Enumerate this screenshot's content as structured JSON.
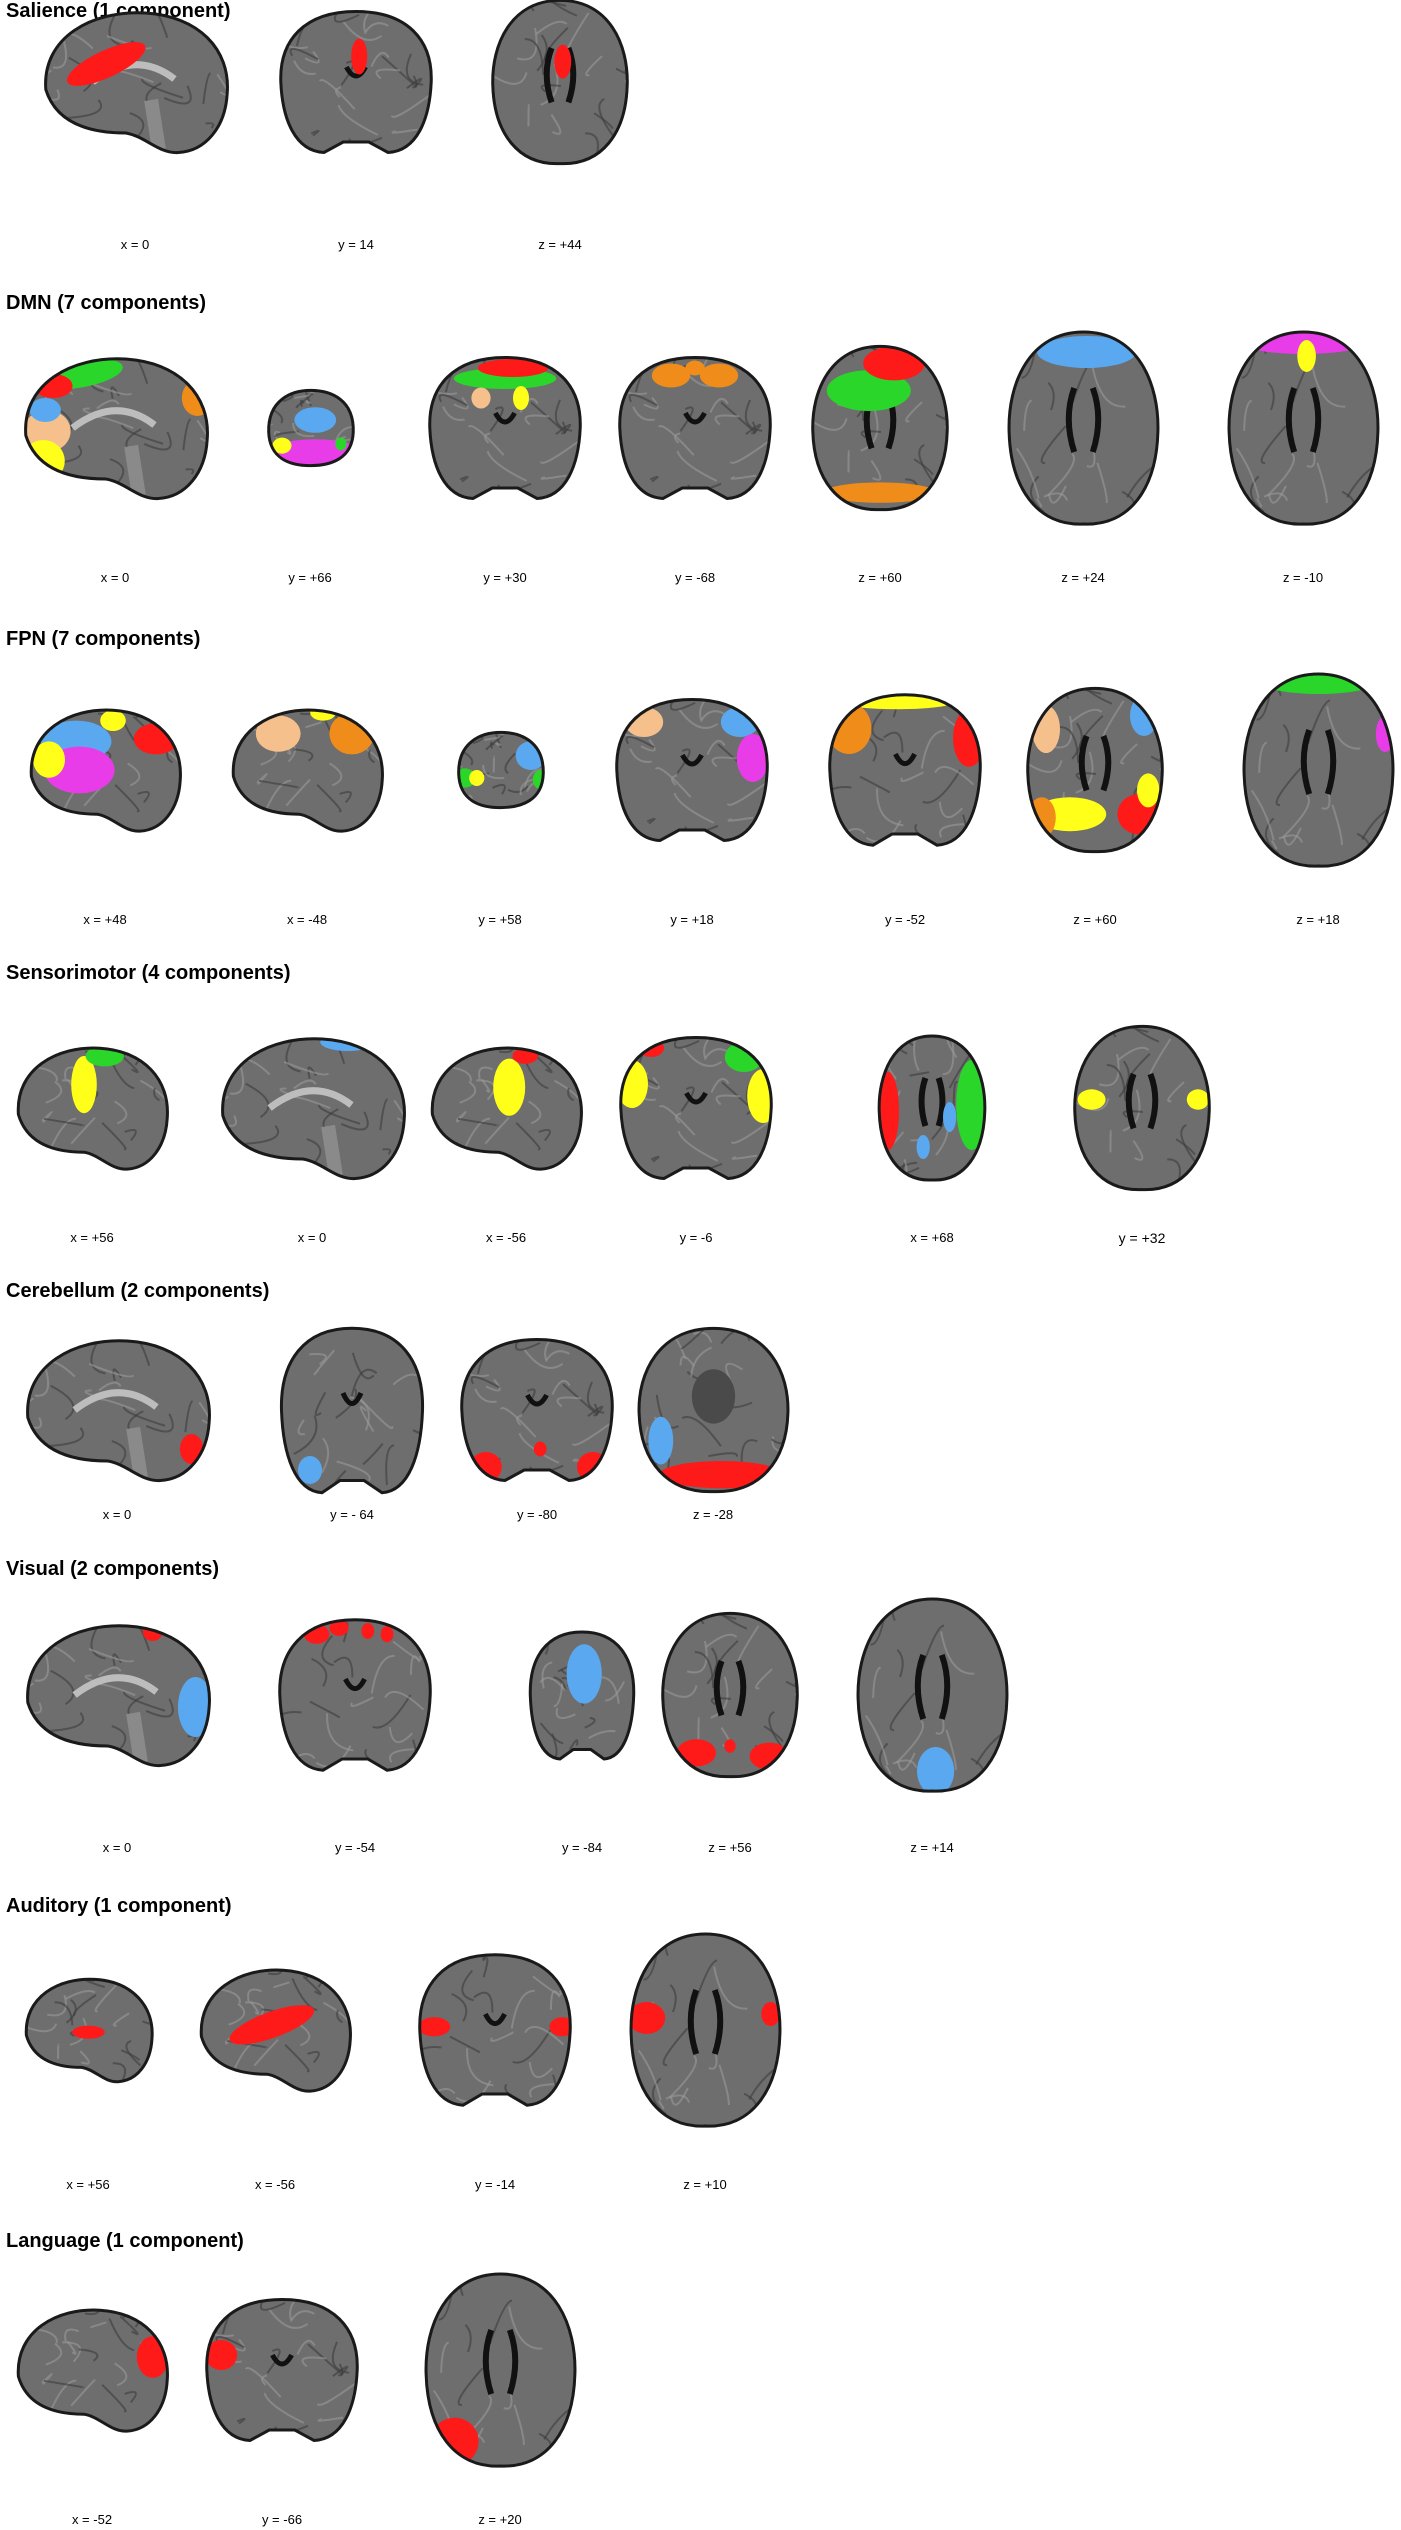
{
  "colors": {
    "red": "#ff1a1a",
    "blue": "#5aa9f0",
    "green": "#2bd62b",
    "yellow": "#ffff1a",
    "orange": "#f08c1a",
    "peach": "#f5c08c",
    "magenta": "#e83ce8",
    "tissue": "#6e6e6e",
    "outline": "#1a1a1a"
  },
  "sections": [
    {
      "title": "Salience (1 component)",
      "slices": [
        {
          "view": "sagittal",
          "label": "x = 0",
          "blobs": [
            [
              "red",
              0.35,
              0.38,
              0.22,
              0.09,
              -25
            ]
          ]
        },
        {
          "view": "coronal",
          "label": "y = 14",
          "blobs": [
            [
              "red",
              0.52,
              0.33,
              0.05,
              0.12,
              0
            ]
          ]
        },
        {
          "view": "axial",
          "label": "z = +44",
          "blobs": [
            [
              "red",
              0.52,
              0.38,
              0.06,
              0.1,
              0
            ]
          ]
        }
      ]
    },
    {
      "title": "DMN (7 components)",
      "slices": [
        {
          "view": "sagittal",
          "label": "x = 0",
          "blobs": [
            [
              "green",
              0.32,
              0.14,
              0.22,
              0.09,
              -10
            ],
            [
              "red",
              0.18,
              0.22,
              0.1,
              0.08,
              0
            ],
            [
              "peach",
              0.15,
              0.52,
              0.12,
              0.14,
              0
            ],
            [
              "yellow",
              0.13,
              0.72,
              0.11,
              0.14,
              0
            ],
            [
              "magenta",
              0.06,
              0.86,
              0.07,
              0.08,
              0
            ],
            [
              "blue",
              0.14,
              0.38,
              0.08,
              0.08,
              0
            ],
            [
              "orange",
              0.92,
              0.3,
              0.08,
              0.12,
              0
            ]
          ]
        },
        {
          "view": "small",
          "label": "y = +66",
          "blobs": [
            [
              "blue",
              0.55,
              0.4,
              0.22,
              0.16,
              0
            ],
            [
              "magenta",
              0.55,
              0.82,
              0.5,
              0.18,
              0
            ],
            [
              "yellow",
              0.2,
              0.72,
              0.1,
              0.1,
              0
            ],
            [
              "green",
              0.82,
              0.7,
              0.06,
              0.08,
              0
            ]
          ]
        },
        {
          "view": "coronal",
          "label": "y = +30",
          "blobs": [
            [
              "green",
              0.5,
              0.17,
              0.32,
              0.07,
              0
            ],
            [
              "red",
              0.55,
              0.1,
              0.22,
              0.06,
              0
            ],
            [
              "peach",
              0.35,
              0.3,
              0.06,
              0.07,
              0
            ],
            [
              "yellow",
              0.6,
              0.3,
              0.05,
              0.08,
              0
            ]
          ]
        },
        {
          "view": "coronal",
          "label": "y = -68",
          "blobs": [
            [
              "orange",
              0.35,
              0.15,
              0.12,
              0.08,
              0
            ],
            [
              "orange",
              0.65,
              0.15,
              0.12,
              0.08,
              0
            ],
            [
              "orange",
              0.5,
              0.1,
              0.06,
              0.05,
              0
            ]
          ]
        },
        {
          "view": "axial",
          "label": "z = +60",
          "blobs": [
            [
              "green",
              0.42,
              0.28,
              0.3,
              0.12,
              0
            ],
            [
              "red",
              0.6,
              0.12,
              0.22,
              0.1,
              0
            ],
            [
              "orange",
              0.5,
              0.88,
              0.4,
              0.06,
              0
            ]
          ]
        },
        {
          "view": "axial-large",
          "label": "z = +24",
          "blobs": [
            [
              "blue",
              0.52,
              0.12,
              0.32,
              0.08,
              0
            ]
          ]
        },
        {
          "view": "axial-large",
          "label": "z = -10",
          "blobs": [
            [
              "magenta",
              0.5,
              0.06,
              0.44,
              0.07,
              0
            ],
            [
              "yellow",
              0.52,
              0.14,
              0.06,
              0.08,
              0
            ]
          ]
        }
      ]
    },
    {
      "title": "FPN (7 components)",
      "slices": [
        {
          "view": "sagittal-lateral",
          "label": "x = +48",
          "blobs": [
            [
              "blue",
              0.32,
              0.28,
              0.22,
              0.16,
              0
            ],
            [
              "magenta",
              0.34,
              0.5,
              0.22,
              0.18,
              0
            ],
            [
              "yellow",
              0.15,
              0.42,
              0.1,
              0.14,
              0
            ],
            [
              "yellow",
              0.55,
              0.12,
              0.08,
              0.08,
              0
            ],
            [
              "red",
              0.82,
              0.26,
              0.14,
              0.12,
              0
            ]
          ]
        },
        {
          "view": "sagittal-lateral",
          "label": "x = -48",
          "blobs": [
            [
              "peach",
              0.32,
              0.22,
              0.14,
              0.14,
              0
            ],
            [
              "yellow",
              0.6,
              0.06,
              0.08,
              0.06,
              0
            ],
            [
              "orange",
              0.78,
              0.22,
              0.14,
              0.16,
              0
            ]
          ]
        },
        {
          "view": "small",
          "label": "y = +58",
          "blobs": [
            [
              "green",
              0.12,
              0.6,
              0.12,
              0.12,
              0
            ],
            [
              "yellow",
              0.25,
              0.6,
              0.08,
              0.1,
              0
            ],
            [
              "blue",
              0.82,
              0.32,
              0.16,
              0.18,
              0
            ],
            [
              "green",
              0.92,
              0.62,
              0.08,
              0.12,
              0
            ]
          ]
        },
        {
          "view": "coronal",
          "label": "y = +18",
          "blobs": [
            [
              "peach",
              0.2,
              0.18,
              0.12,
              0.1,
              0
            ],
            [
              "blue",
              0.8,
              0.18,
              0.12,
              0.1,
              0
            ],
            [
              "magenta",
              0.88,
              0.42,
              0.1,
              0.16,
              0
            ]
          ]
        },
        {
          "view": "coronal-wide",
          "label": "y = -52",
          "blobs": [
            [
              "yellow",
              0.45,
              0.06,
              0.4,
              0.06,
              0
            ],
            [
              "orange",
              0.15,
              0.24,
              0.14,
              0.16,
              0
            ],
            [
              "red",
              0.9,
              0.3,
              0.1,
              0.18,
              0
            ]
          ]
        },
        {
          "view": "axial",
          "label": "z = +60",
          "blobs": [
            [
              "peach",
              0.15,
              0.26,
              0.1,
              0.14,
              0
            ],
            [
              "blue",
              0.85,
              0.18,
              0.1,
              0.12,
              0
            ],
            [
              "yellow",
              0.32,
              0.76,
              0.26,
              0.1,
              0
            ],
            [
              "orange",
              0.12,
              0.78,
              0.1,
              0.12,
              0
            ],
            [
              "red",
              0.82,
              0.76,
              0.16,
              0.12,
              0
            ],
            [
              "yellow",
              0.88,
              0.62,
              0.08,
              0.1,
              0
            ]
          ]
        },
        {
          "view": "axial-large",
          "label": "z = +18",
          "blobs": [
            [
              "green",
              0.5,
              0.05,
              0.4,
              0.07,
              0
            ],
            [
              "magenta",
              0.93,
              0.32,
              0.06,
              0.09,
              0
            ]
          ]
        }
      ]
    },
    {
      "title": "Sensorimotor (4 components)",
      "slices": [
        {
          "view": "sagittal-lateral",
          "label": "x = +56",
          "blobs": [
            [
              "yellow",
              0.45,
              0.32,
              0.08,
              0.22,
              0
            ],
            [
              "green",
              0.58,
              0.1,
              0.12,
              0.08,
              0
            ]
          ]
        },
        {
          "view": "sagittal",
          "label": "x = 0",
          "blobs": [
            [
              "blue",
              0.68,
              0.06,
              0.14,
              0.06,
              0
            ]
          ]
        },
        {
          "view": "sagittal-lateral",
          "label": "x = -56",
          "blobs": [
            [
              "yellow",
              0.52,
              0.34,
              0.1,
              0.22,
              0
            ],
            [
              "red",
              0.62,
              0.1,
              0.08,
              0.06,
              0
            ]
          ]
        },
        {
          "view": "coronal",
          "label": "y = -6",
          "blobs": [
            [
              "yellow",
              0.1,
              0.34,
              0.1,
              0.16,
              0
            ],
            [
              "red",
              0.22,
              0.1,
              0.08,
              0.06,
              0
            ],
            [
              "green",
              0.8,
              0.16,
              0.12,
              0.1,
              0
            ],
            [
              "yellow",
              0.92,
              0.42,
              0.1,
              0.18,
              0
            ]
          ]
        },
        {
          "view": "axial-small",
          "label": "x = +68",
          "blobs": [
            [
              "red",
              0.1,
              0.52,
              0.1,
              0.26,
              0
            ],
            [
              "green",
              0.86,
              0.48,
              0.14,
              0.3,
              0
            ],
            [
              "blue",
              0.42,
              0.76,
              0.06,
              0.08,
              0
            ],
            [
              "blue",
              0.66,
              0.56,
              0.06,
              0.1,
              0
            ]
          ]
        },
        {
          "view": "axial",
          "label": "y = +32",
          "dark": true,
          "blobs": [
            [
              "yellow",
              0.14,
              0.45,
              0.1,
              0.06,
              0
            ],
            [
              "yellow",
              0.9,
              0.45,
              0.08,
              0.06,
              0
            ]
          ]
        }
      ]
    },
    {
      "title": "Cerebellum (2 components)",
      "slices": [
        {
          "view": "sagittal",
          "label": "x = 0",
          "blobs": [
            [
              "red",
              0.88,
              0.76,
              0.06,
              0.1,
              0
            ]
          ]
        },
        {
          "view": "coronal-tall",
          "label": "y = - 64",
          "blobs": [
            [
              "blue",
              0.22,
              0.84,
              0.08,
              0.08,
              0
            ]
          ]
        },
        {
          "view": "coronal",
          "label": "y = -80",
          "blobs": [
            [
              "red",
              0.18,
              0.88,
              0.1,
              0.1,
              0
            ],
            [
              "red",
              0.85,
              0.88,
              0.1,
              0.1,
              0
            ],
            [
              "red",
              0.52,
              0.76,
              0.04,
              0.05,
              0
            ]
          ]
        },
        {
          "view": "axial-cerebellum",
          "label": "z = -28",
          "blobs": [
            [
              "red",
              0.55,
              0.88,
              0.4,
              0.08,
              0
            ],
            [
              "blue",
              0.16,
              0.68,
              0.08,
              0.14,
              0
            ]
          ]
        }
      ]
    },
    {
      "title": "Visual (2 components)",
      "slices": [
        {
          "view": "sagittal",
          "label": "x = 0",
          "blobs": [
            [
              "blue",
              0.9,
              0.58,
              0.09,
              0.2,
              0
            ],
            [
              "red",
              0.68,
              0.08,
              0.05,
              0.06,
              0
            ]
          ]
        },
        {
          "view": "coronal-wide",
          "label": "y = -54",
          "blobs": [
            [
              "red",
              0.26,
              0.12,
              0.08,
              0.06,
              0
            ],
            [
              "red",
              0.4,
              0.08,
              0.06,
              0.05,
              0
            ],
            [
              "red",
              0.58,
              0.1,
              0.04,
              0.05,
              0
            ],
            [
              "red",
              0.7,
              0.12,
              0.04,
              0.05,
              0
            ]
          ]
        },
        {
          "view": "coronal-small",
          "label": "y = -84",
          "blobs": [
            [
              "blue",
              0.52,
              0.34,
              0.16,
              0.22,
              0
            ]
          ]
        },
        {
          "view": "axial",
          "label": "z = +56",
          "blobs": [
            [
              "red",
              0.26,
              0.84,
              0.14,
              0.08,
              0
            ],
            [
              "red",
              0.78,
              0.86,
              0.14,
              0.08,
              0
            ],
            [
              "red",
              0.5,
              0.8,
              0.04,
              0.04,
              0
            ]
          ]
        },
        {
          "view": "axial-large",
          "label": "z = +14",
          "blobs": [
            [
              "blue",
              0.52,
              0.88,
              0.12,
              0.12,
              0
            ]
          ]
        }
      ]
    },
    {
      "title": "Auditory (1 component)",
      "slices": [
        {
          "view": "sagittal-lateral-small",
          "label": "x = +56",
          "blobs": [
            [
              "red",
              0.5,
              0.52,
              0.12,
              0.06,
              0
            ]
          ]
        },
        {
          "view": "sagittal-lateral",
          "label": "x = -56",
          "blobs": [
            [
              "red",
              0.48,
              0.46,
              0.28,
              0.1,
              -20
            ]
          ]
        },
        {
          "view": "coronal-wide",
          "label": "y = -14",
          "blobs": [
            [
              "red",
              0.12,
              0.48,
              0.1,
              0.06,
              0
            ],
            [
              "red",
              0.92,
              0.48,
              0.08,
              0.06,
              0
            ]
          ]
        },
        {
          "view": "axial-large",
          "label": "z = +10",
          "blobs": [
            [
              "red",
              0.12,
              0.44,
              0.12,
              0.08,
              0
            ],
            [
              "red",
              0.92,
              0.42,
              0.06,
              0.06,
              0
            ]
          ]
        }
      ]
    },
    {
      "title": "Language (1 component)",
      "slices": [
        {
          "view": "sagittal-lateral",
          "label": "x = -52",
          "blobs": [
            [
              "red",
              0.88,
              0.4,
              0.1,
              0.16,
              0
            ]
          ]
        },
        {
          "view": "coronal",
          "label": "y = -66",
          "blobs": [
            [
              "red",
              0.12,
              0.4,
              0.1,
              0.1,
              0
            ]
          ]
        },
        {
          "view": "axial-large",
          "label": "z = +20",
          "blobs": [
            [
              "red",
              0.2,
              0.86,
              0.16,
              0.12,
              -30
            ]
          ]
        }
      ]
    }
  ]
}
